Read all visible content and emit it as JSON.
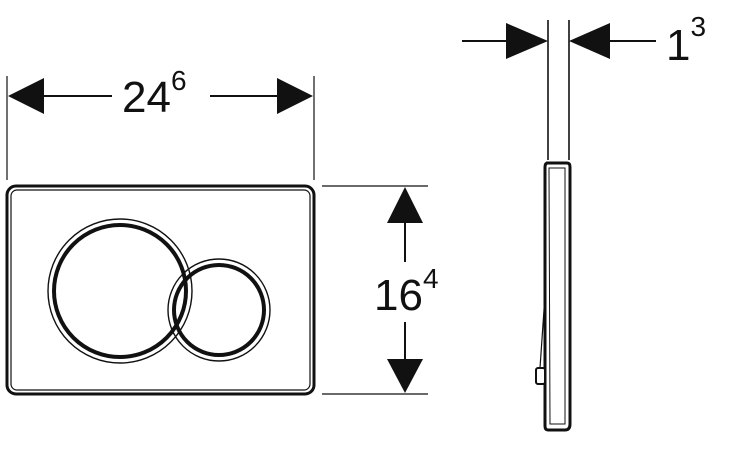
{
  "dimensions": {
    "width": {
      "main": "24",
      "sup": "6"
    },
    "height": {
      "main": "16",
      "sup": "4"
    },
    "thickness": {
      "main": "1",
      "sup": "3"
    }
  },
  "colors": {
    "line": "#111111",
    "background": "#ffffff"
  }
}
